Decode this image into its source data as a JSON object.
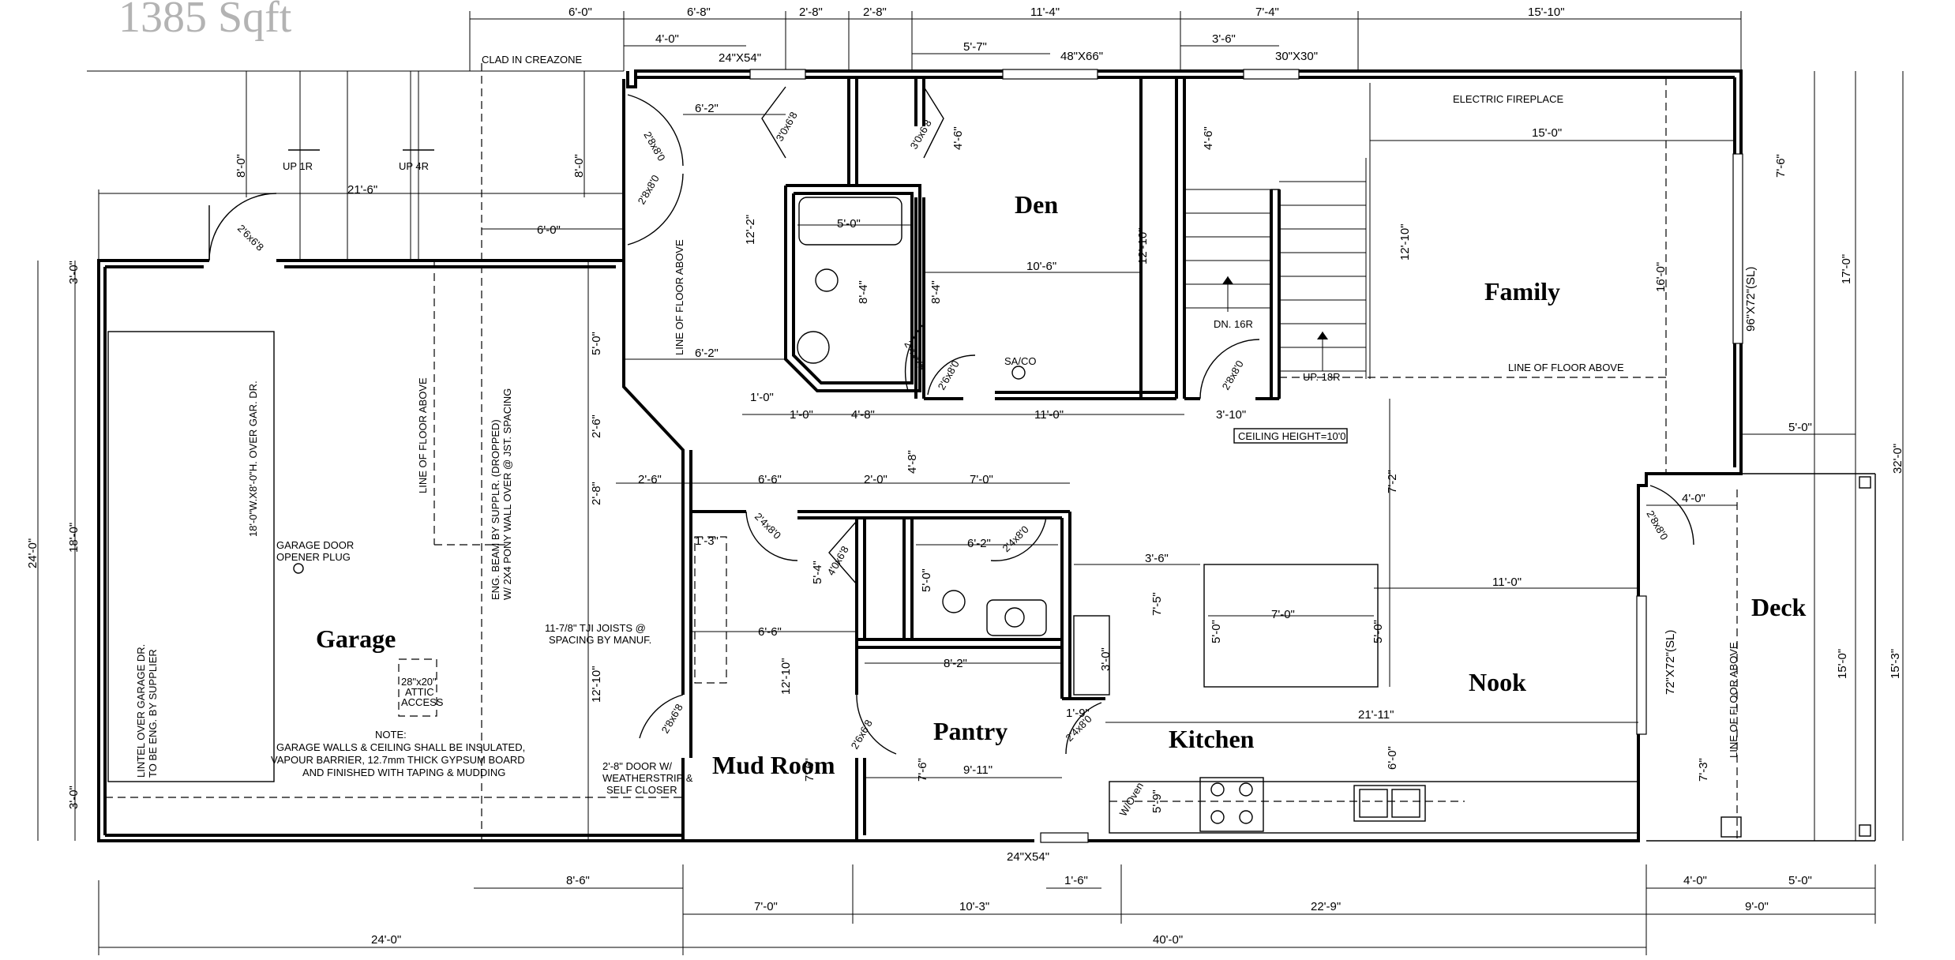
{
  "title": "1385 Sqft",
  "rooms": {
    "den": "Den",
    "family": "Family",
    "garage": "Garage",
    "deck": "Deck",
    "nook": "Nook",
    "kitchen": "Kitchen",
    "pantry": "Pantry",
    "mud_room": "Mud Room"
  },
  "notes": {
    "clad": "CLAD IN CREAZONE",
    "fireplace": "ELECTRIC  FIREPLACE",
    "ceiling_height": "CEILING HEIGHT=10'0",
    "line_floor_above": "LINE OF FLOOR ABOVE",
    "up_1r": "UP 1R",
    "up_4r": "UP 4R",
    "dn_16r": "DN. 16R",
    "up_18r": "UP. 18R",
    "saco": "SA/CO",
    "garage_door_1": "GARAGE DOOR",
    "garage_door_2": "OPENER PLUG",
    "over_gar": "18'-0\"W.X8'-0\"H. OVER GAR. DR.",
    "lintel_1": "LINTEL OVER GARAGE DR.",
    "lintel_2": "TO BE ENG. BY SUPPLIER",
    "beam_1": "ENG. BEAM BY SUPPLR. (DROPPED)",
    "beam_2": "W/ 2X4 PONY WALL OVER @ JST. SPACING",
    "tji_1": "11-7/8\" TJI JOISTS @",
    "tji_2": "SPACING BY MANUF.",
    "attic_1": "28\"x20\"",
    "attic_2": "ATTIC",
    "attic_3": "ACCESS",
    "note_h": "NOTE:",
    "note_1": "GARAGE WALLS & CEILING SHALL BE INSULATED,",
    "note_2": "VAPOUR BARRIER, 12.7mm THICK GYPSUM BOARD",
    "note_3": "AND FINISHED  WITH TAPING & MUDDING",
    "door_1": "2'-8\" DOOR W/",
    "door_2": "WEATHERSTRIP &",
    "door_3": "SELF CLOSER",
    "oven": "W/Oven"
  },
  "windows": {
    "w1": "24\"X54\"",
    "w2": "48\"X66\"",
    "w3": "30\"X30\"",
    "w4": "24\"X54\"",
    "w5": "96\"X72\"(SL)",
    "w6": "72\"X72\"(SL)"
  },
  "doors": {
    "d1": "2'8x8'0",
    "d2": "2'8x8'0",
    "d3": "2'6x6'8",
    "d4": "3'0x6'8",
    "d5": "3'0x6'8",
    "d6": "2'4x6'8",
    "d7": "2'6x8'0",
    "d8": "2'8x8'0",
    "d9": "2'8x8'0",
    "d10": "2'4x8'0",
    "d11": "4'0x6'8",
    "d12": "2'4x8'0",
    "d13": "2'4x8'0",
    "d14": "2'6x6'8",
    "d15": "2'8x6'8"
  },
  "dims": {
    "t1": "6'-0\"",
    "t2": "6'-8\"",
    "t3": "2'-8\"",
    "t4": "2'-8\"",
    "t5": "11'-4\"",
    "t6": "7'-4\"",
    "t7": "15'-10\"",
    "t8": "4'-0\"",
    "t9": "5'-7\"",
    "t10": "3'-6\"",
    "i1": "21'-6\"",
    "i2": "6'-0\"",
    "i3": "6'-2\"",
    "i4": "5'-0\"",
    "i5": "10'-6\"",
    "i6": "6'-2\"",
    "i7": "15'-0\"",
    "i8": "12'-10\"",
    "i9": "12'-2\"",
    "i10": "12'-10\"",
    "i11": "16'-0\"",
    "i12": "8'-4\"",
    "i13": "8'-4\"",
    "i14": "4'-6\"",
    "i15": "4'-6\"",
    "i16": "1'-0\"",
    "i17": "1'-0\"",
    "i18": "4'-8\"",
    "i19": "11'-0\"",
    "i20": "3'-10\"",
    "i21": "2'-6\"",
    "i22": "6'-6\"",
    "i23": "2'-0\"",
    "i24": "7'-0\"",
    "i25": "4'-8\"",
    "i26": "7'-2\"",
    "i27": "3'-6\"",
    "i28": "6'-2\"",
    "i29": "1'-3\"",
    "i30": "6'-6\"",
    "i31": "8'-2\"",
    "i32": "7'-0\"",
    "i33": "11'-0\"",
    "i34": "5'-0\"",
    "i35": "5'-0\"",
    "i36": "5'-4\"",
    "i37": "5'-0\"",
    "i38": "7'-5\"",
    "i39": "3'-0\"",
    "i40": "21'-11\"",
    "i41": "1'-9\"",
    "i42": "9'-11\"",
    "i43": "5'-9\"",
    "i44": "6'-0\"",
    "i45": "7'-6\"",
    "i46": "7'-6\"",
    "i47": "12'-10\"",
    "i48": "12'-10\"",
    "i49": "4'-0\"",
    "i50": "7'-3\"",
    "i51": "2'-6\"",
    "i52": "2'-8\"",
    "l1": "8'-0\"",
    "l2": "8'-0\"",
    "l3": "3'-0\"",
    "l4": "18'-0\"",
    "l5": "3'-0\"",
    "l6": "24'-0\"",
    "r1": "7'-6\"",
    "r2": "17'-0\"",
    "r3": "5'-0\"",
    "r4": "32'-0\"",
    "r5": "15'-3\"",
    "r6": "15'-0\"",
    "b1": "8'-6\"",
    "b2": "1'-6\"",
    "b3": "4'-0\"",
    "b4": "5'-0\"",
    "b5": "7'-0\"",
    "b6": "10'-3\"",
    "b7": "22'-9\"",
    "b8": "9'-0\"",
    "b9": "24'-0\"",
    "b10": "40'-0\""
  }
}
